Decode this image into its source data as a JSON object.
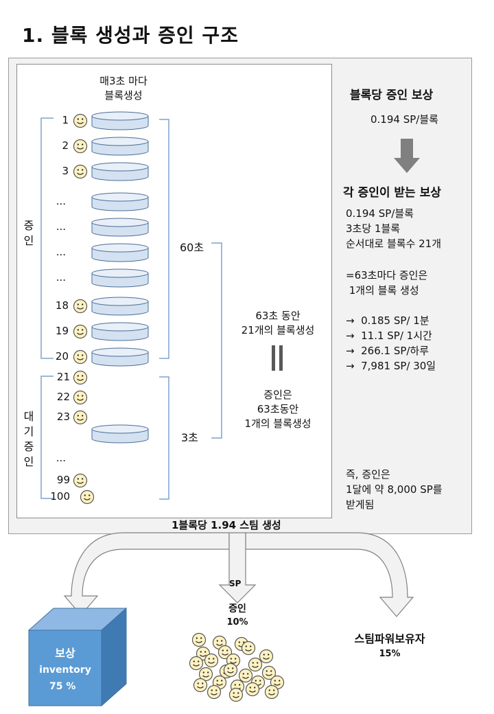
{
  "title": "1. 블록 생성과 증인 구조",
  "block_header": [
    "매3초 마다",
    "블록생성"
  ],
  "witness_rows": [
    {
      "num": "1",
      "smiley": true,
      "disk": true
    },
    {
      "num": "2",
      "smiley": true,
      "disk": true
    },
    {
      "num": "3",
      "smiley": true,
      "disk": true
    },
    {
      "num": "...",
      "smiley": false,
      "disk": true
    },
    {
      "num": "...",
      "smiley": false,
      "disk": true
    },
    {
      "num": "...",
      "smiley": false,
      "disk": true
    },
    {
      "num": "...",
      "smiley": false,
      "disk": true
    },
    {
      "num": "18",
      "smiley": true,
      "disk": true
    },
    {
      "num": "19",
      "smiley": true,
      "disk": true
    },
    {
      "num": "20",
      "smiley": true,
      "disk": true
    }
  ],
  "standby_rows": [
    {
      "num": "21"
    },
    {
      "num": "22"
    },
    {
      "num": "23"
    },
    {
      "num": "..."
    },
    {
      "num": "99"
    },
    {
      "num": "100"
    }
  ],
  "labels": {
    "witness": "증인",
    "standby": "대기증인",
    "sixty_sec": "60초",
    "three_sec": "3초"
  },
  "middle_text": {
    "top": [
      "63초 동안",
      "21개의 블록생성"
    ],
    "equals": "||",
    "bottom": [
      "증인은",
      "63초동안",
      "1개의 블록생성"
    ]
  },
  "right_panel": {
    "per_block_title": "블록당 증인 보상",
    "per_block_value": "0.194 SP/블록",
    "each_title": "각 증인이 받는 보상",
    "lines_a": [
      "0.194 SP/블록",
      "3초당 1블록",
      "순서대로 블록수 21개"
    ],
    "lines_b": [
      "=63초마다 증인은",
      " 1개의 블록 생성"
    ],
    "rates": [
      "→  0.185 SP/ 1분",
      "→  11.1 SP/ 1시간",
      "→  266.1 SP/하루",
      "→  7,981 SP/ 30일"
    ],
    "summary": [
      "즉, 증인은",
      "1달에 약 8,000 SP를",
      "받게됨"
    ]
  },
  "per_block_creation": "1블록당 1.94 스팀 생성",
  "distribution": {
    "center_arrow_label": "SP",
    "inventory": {
      "line1": "보상",
      "line2": "inventory",
      "line3": "75 %"
    },
    "witness": {
      "name": "증인",
      "pct": "10%"
    },
    "sp_holders": {
      "name": "스팀파워보유자",
      "pct": "15%"
    }
  },
  "colors": {
    "disk_top": "#e8eff8",
    "disk_side": "#d3e1f1",
    "disk_stroke": "#4a6c96",
    "bracket": "#7ba2cf",
    "smiley_fill": "#fff2c2",
    "arrow_gray": "#808080",
    "cube_front": "#5b9bd5",
    "cube_top": "#8fb8e4",
    "cube_side": "#3f7ab3"
  }
}
